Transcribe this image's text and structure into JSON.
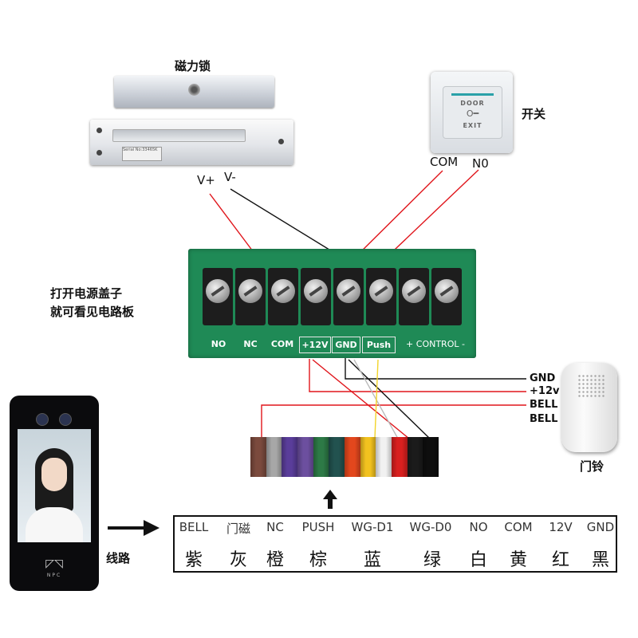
{
  "titles": {
    "magnetic_lock": "磁力锁",
    "switch": "开关",
    "doorbell": "门铃",
    "wiring": "线路",
    "board_note_line1": "打开电源盖子",
    "board_note_line2": "就可看见电路板"
  },
  "lock": {
    "v_plus": "V+",
    "v_minus": "V-",
    "plate_text": "Serial No:33465K"
  },
  "switch_labels": {
    "com": "COM",
    "no": "N0",
    "door": "DOOR",
    "exit": "EXIT"
  },
  "board": {
    "terminals": [
      "NO",
      "NC",
      "COM",
      "+12V",
      "GND",
      "Push"
    ],
    "control": "+ CONTROL -"
  },
  "bell_wires": [
    "GND",
    "+12v",
    "BELL",
    "BELL"
  ],
  "wiring_table": [
    {
      "function": "BELL",
      "color": "紫"
    },
    {
      "function": "门磁",
      "color": "灰"
    },
    {
      "function": "NC",
      "color": "橙"
    },
    {
      "function": "PUSH",
      "color": "棕"
    },
    {
      "function": "WG-D1",
      "color": "蓝"
    },
    {
      "function": "WG-D0",
      "color": "绿"
    },
    {
      "function": "NO",
      "color": "白"
    },
    {
      "function": "COM",
      "color": "黄"
    },
    {
      "function": "12V",
      "color": "红"
    },
    {
      "function": "GND",
      "color": "黑"
    }
  ],
  "device": {
    "brand": "NPC"
  },
  "colors": {
    "wire_red": "#e0151b",
    "wire_black": "#111111",
    "pcb_green": "#1f8a56",
    "cable_strands": [
      "#7b4a3d",
      "#a7a7a7",
      "#5a3d9a",
      "#6c4f9f",
      "#2d7a46",
      "#22524f",
      "#e3471d",
      "#f2c21f",
      "#f1f1f1",
      "#d8201f",
      "#1b1b1b",
      "#0e0e0e"
    ]
  }
}
